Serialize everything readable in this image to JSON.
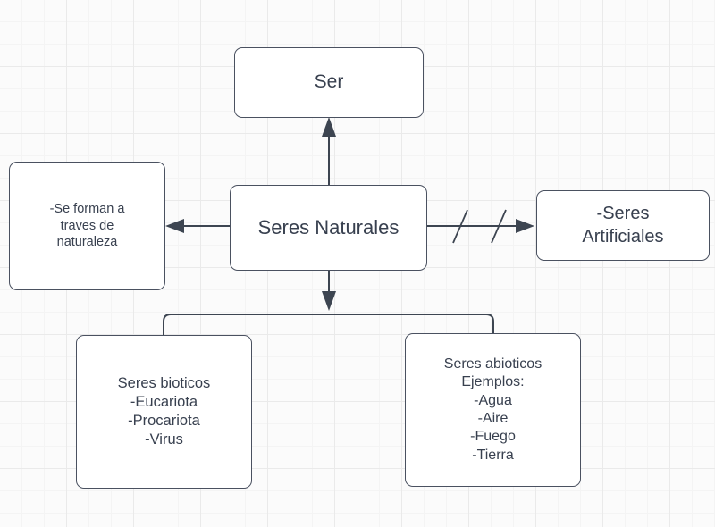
{
  "diagram": {
    "title": "Seres Naturales concept map",
    "colors": {
      "node_border": "#4a5160",
      "node_fill": "#ffffff",
      "text": "#38404f",
      "edge": "#3d4551",
      "grid_minor": "#f4f4f4",
      "grid_major": "#eaeaea",
      "canvas_background": "#fbfbfb"
    },
    "nodes": [
      {
        "id": "ser",
        "label": "Ser"
      },
      {
        "id": "seres_naturales",
        "label": "Seres Naturales"
      },
      {
        "id": "formacion",
        "label": "-Se forman a\ntraves de\nnaturaleza"
      },
      {
        "id": "seres_artificiales",
        "label": "-Seres\nArtificiales"
      },
      {
        "id": "seres_bioticos",
        "label": "Seres bioticos\n-Eucariota\n-Procariota\n-Virus"
      },
      {
        "id": "seres_abioticos",
        "label": "Seres abioticos\nEjemplos:\n-Agua\n-Aire\n-Fuego\n-Tierra"
      }
    ],
    "edges": [
      {
        "id": "naturales-to-ser",
        "from": "seres_naturales",
        "to": "ser",
        "arrow": "up",
        "marks": "none"
      },
      {
        "id": "naturales-to-formacion",
        "from": "seres_naturales",
        "to": "formacion",
        "arrow": "left",
        "marks": "none"
      },
      {
        "id": "naturales-to-artificiales",
        "from": "seres_naturales",
        "to": "seres_artificiales",
        "arrow": "right",
        "marks": "double-slash"
      },
      {
        "id": "naturales-to-bottom-branch",
        "from": "seres_naturales",
        "to": "bracket",
        "arrow": "down",
        "marks": "none"
      },
      {
        "id": "bracket-to-bioticos",
        "from": "bracket",
        "to": "seres_bioticos",
        "arrow": "none",
        "marks": "none"
      },
      {
        "id": "bracket-to-abioticos",
        "from": "bracket",
        "to": "seres_abioticos",
        "arrow": "none",
        "marks": "none"
      }
    ]
  }
}
